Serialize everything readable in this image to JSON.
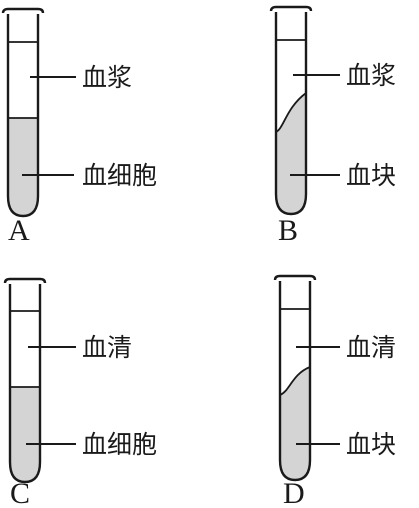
{
  "colors": {
    "ink": "#1a1a1a",
    "sediment": "#d4d4d4",
    "background": "#ffffff"
  },
  "tubes": [
    {
      "id": "a",
      "letter": "A",
      "upper_label": "血浆",
      "lower_label": "血细胞",
      "sediment_shape": "flat"
    },
    {
      "id": "b",
      "letter": "B",
      "upper_label": "血浆",
      "lower_label": "血块",
      "sediment_shape": "slanted"
    },
    {
      "id": "c",
      "letter": "C",
      "upper_label": "血清",
      "lower_label": "血细胞",
      "sediment_shape": "flat"
    },
    {
      "id": "d",
      "letter": "D",
      "upper_label": "血清",
      "lower_label": "血块",
      "sediment_shape": "slanted"
    }
  ]
}
